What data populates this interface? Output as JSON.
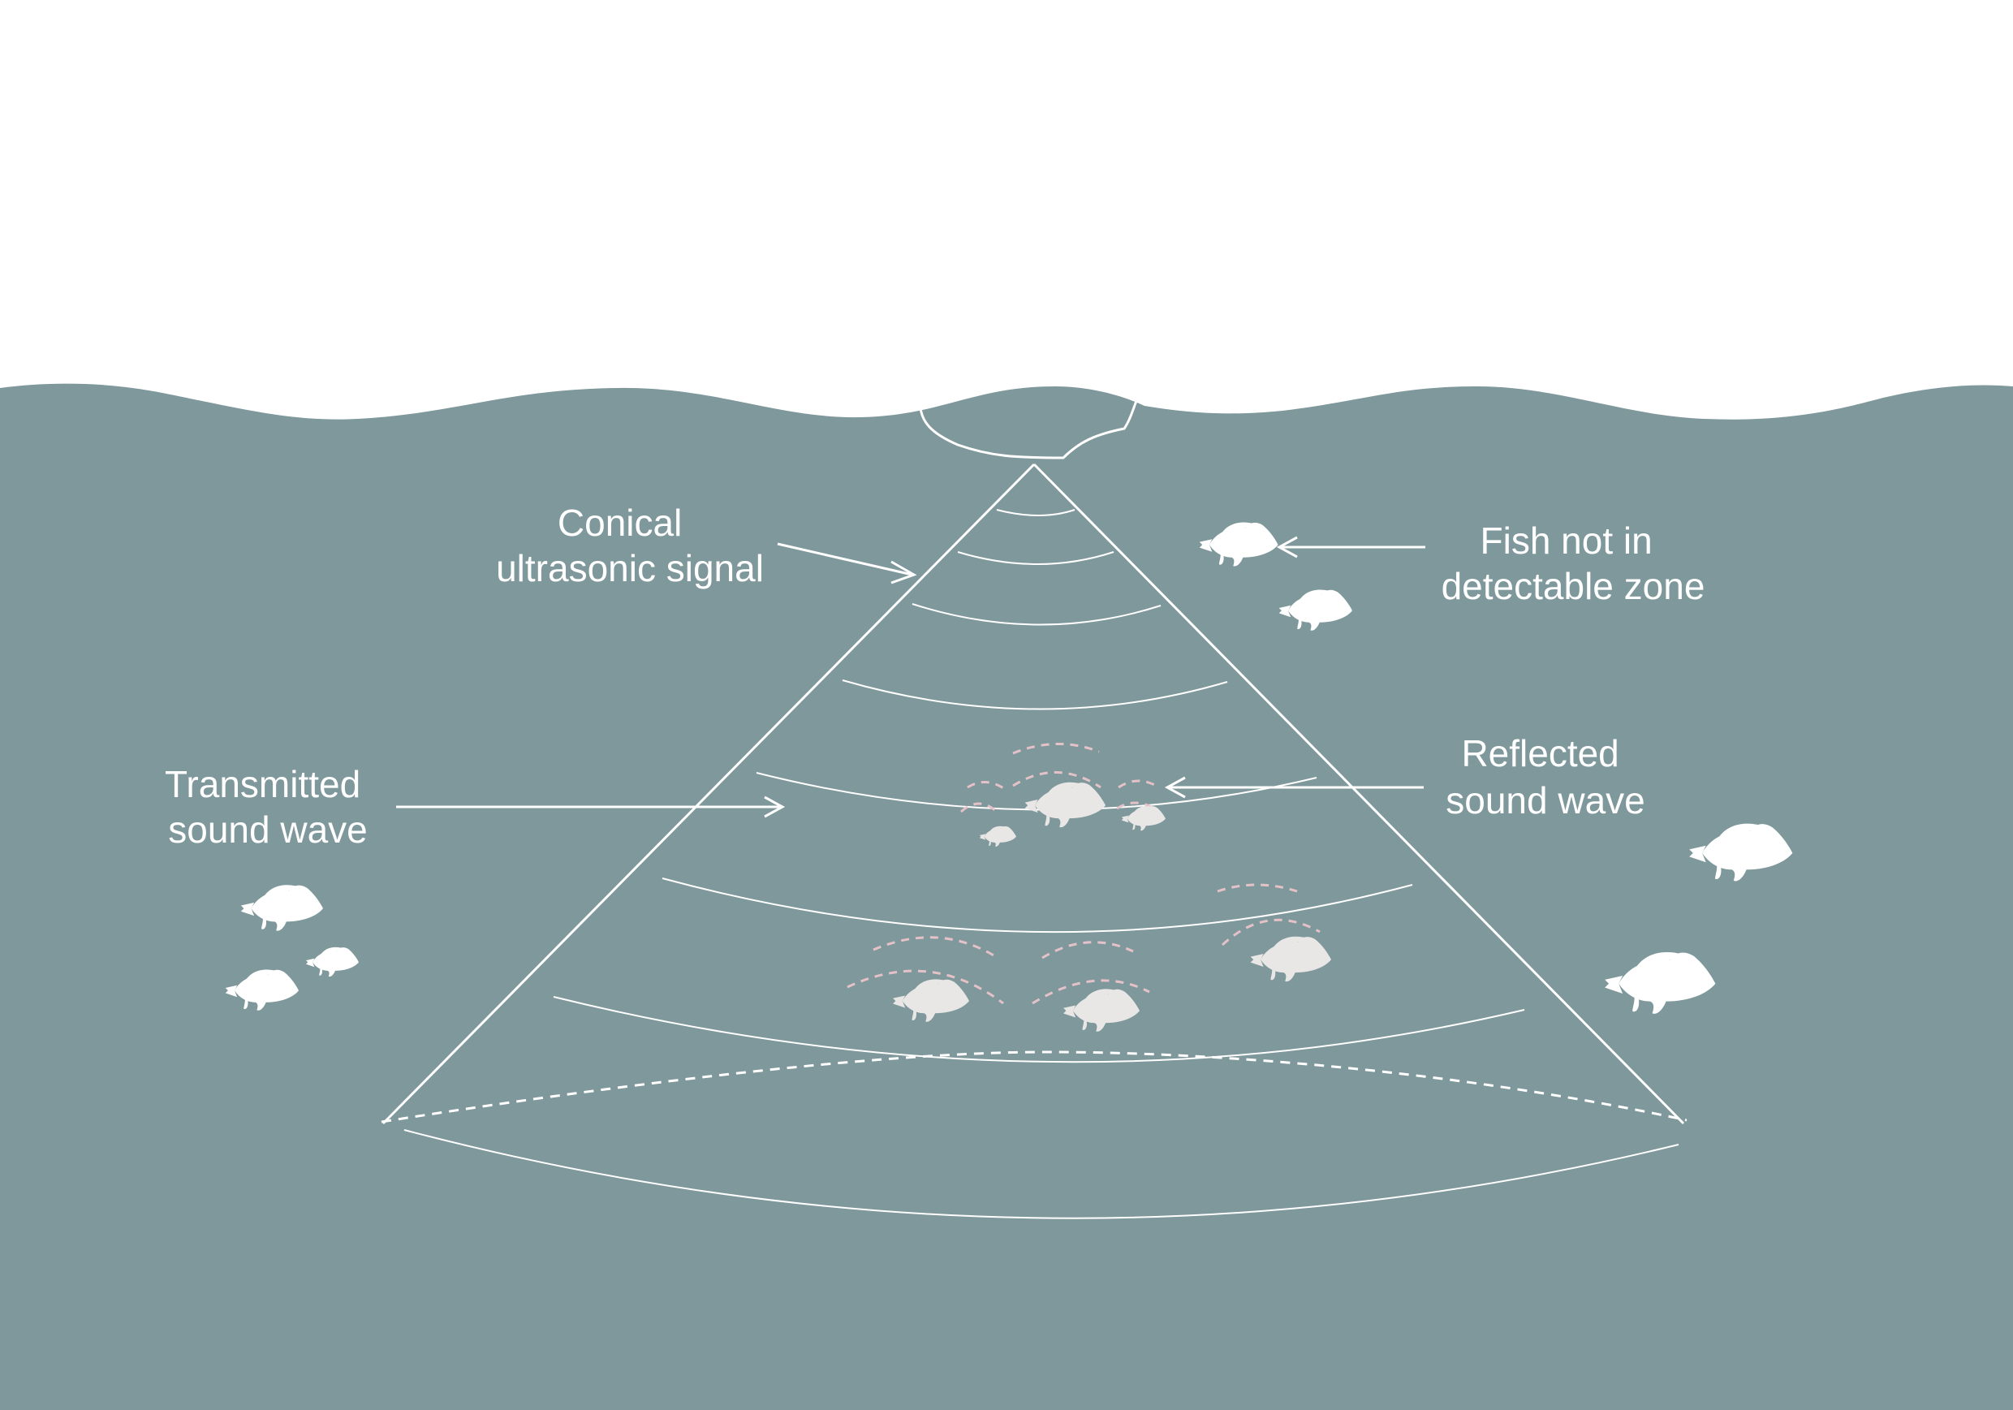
{
  "colors": {
    "water": "#7f989c",
    "line": "#ffffff",
    "reflected_wave": "#e5c2c8",
    "fish_outside": "#ffffff",
    "fish_inside": "#e9e7e6",
    "sky": "#ffffff"
  },
  "labels": {
    "conical_signal": [
      "Conical",
      "ultrasonic signal"
    ],
    "fish_not_detectable": [
      "Fish not in",
      "detectable zone"
    ],
    "transmitted_wave": [
      "Transmitted",
      "sound wave"
    ],
    "reflected_wave": [
      "Reflected",
      "sound wave"
    ]
  },
  "icons": {
    "boat": "boat-hull-icon",
    "fish": "fish-icon"
  }
}
